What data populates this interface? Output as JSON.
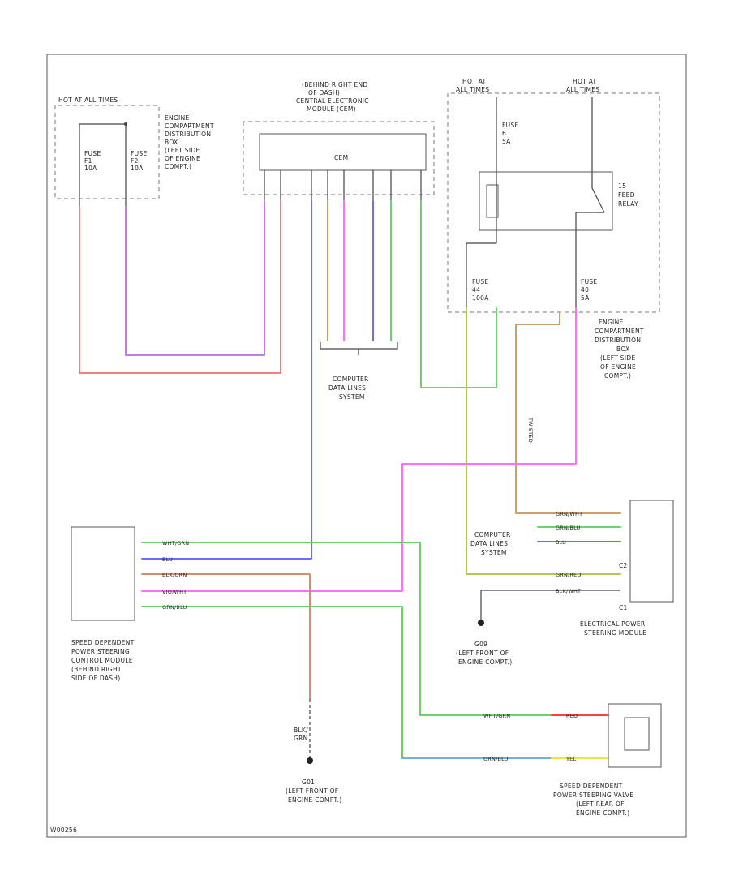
{
  "labels": {
    "hot_all_times_left": "HOT AT ALL TIMES",
    "ecd_box_top": [
      "ENGINE",
      "COMPARTMENT",
      "DISTRIBUTION",
      "BOX",
      "(LEFT SIDE",
      "OF ENGINE",
      "COMPT.)"
    ],
    "fuse_f1": [
      "FUSE",
      "F1",
      "10A"
    ],
    "fuse_f2": [
      "FUSE",
      "F2",
      "10A"
    ],
    "cem_location": [
      "(BEHIND RIGHT END",
      "OF DASH)",
      "CENTRAL ELECTRONIC",
      "MODULE (CEM)"
    ],
    "cem": "CEM",
    "hot_all_times_1": [
      "HOT AT",
      "ALL TIMES"
    ],
    "hot_all_times_2": [
      "HOT AT",
      "ALL TIMES"
    ],
    "fuse_6_top": [
      "FUSE",
      "6",
      "5A"
    ],
    "relay": [
      "15",
      "FEED",
      "RELAY"
    ],
    "fuse_44": [
      "FUSE",
      "44",
      "100A"
    ],
    "fuse_40": [
      "FUSE",
      "40",
      "5A"
    ],
    "ecd_box_right": [
      "ENGINE",
      "COMPARTMENT",
      "DISTRIBUTION",
      "BOX",
      "(LEFT SIDE",
      "OF ENGINE",
      "COMPT.)"
    ],
    "computer_data_lines_1": [
      "COMPUTER",
      "DATA LINES",
      "SYSTEM"
    ],
    "computer_data_lines_2": [
      "COMPUTER",
      "DATA LINES",
      "SYSTEM"
    ],
    "sdps_module": [
      "SPEED DEPENDENT",
      "POWER STEERING",
      "CONTROL MODULE",
      "(BEHIND RIGHT",
      "SIDE OF DASH)"
    ],
    "eps_module": [
      "ELECTRICAL POWER",
      "STEERING MODULE"
    ],
    "c1": "C1",
    "c2": "C2",
    "g09": [
      "G09",
      "(LEFT FRONT OF",
      "ENGINE COMPT.)"
    ],
    "g01": [
      "G01",
      "(LEFT FRONT OF",
      "ENGINE COMPT.)"
    ],
    "blk_grn": [
      "BLK/",
      "GRN"
    ],
    "valve": [
      "SPEED DEPENDENT",
      "POWER STEERING VALVE",
      "(LEFT REAR OF",
      "ENGINE COMPT.)"
    ],
    "twisted": "TWISTED",
    "figure_id": "W00256"
  },
  "wires": {
    "wht_grn": "WHT/GRN",
    "blu": "BLU",
    "blk_orn": "BLK/ORN",
    "vio_wht": "VIO/WHT",
    "grn_blu": "GRN/BLU",
    "grn_wht": "GRN/WHT",
    "grn_blu_2": "GRN/BLU",
    "blu_2": "BLU",
    "grn_red": "GRN/RED",
    "blk_wht": "BLK/WHT",
    "red": "RED",
    "yel": "YEL"
  },
  "colors": {
    "red": "#f08080",
    "violet": "#c080e0",
    "blue": "#6b6bff",
    "tan": "#c8a070",
    "pink": "#ff70ff",
    "green": "#70d070",
    "yellow_green": "#b0cc50",
    "dark": "#444444"
  }
}
